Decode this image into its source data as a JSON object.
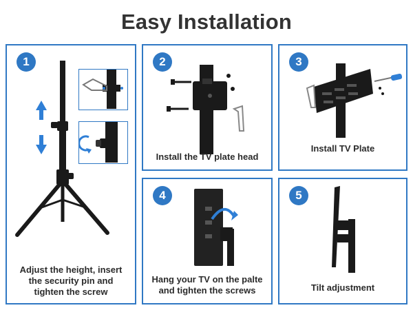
{
  "title": "Easy Installation",
  "colors": {
    "accent": "#2f78c4",
    "metal": "#1a1a1a",
    "arrow": "#2f7fd6"
  },
  "steps": [
    {
      "number": "1",
      "caption": "Adjust the height, insert\nthe security pin and\ntighten the screw"
    },
    {
      "number": "2",
      "caption": "Install the TV plate head"
    },
    {
      "number": "3",
      "caption": "Install TV Plate"
    },
    {
      "number": "4",
      "caption": "Hang your TV on the palte\nand tighten the screws"
    },
    {
      "number": "5",
      "caption": "Tilt adjustment"
    }
  ]
}
